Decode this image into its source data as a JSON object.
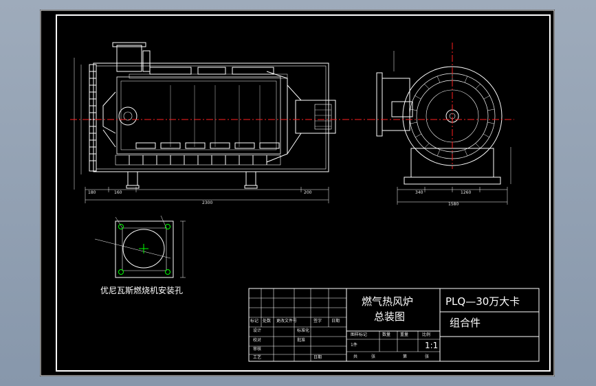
{
  "drawing": {
    "burner_caption": "优尼瓦斯燃烧机安装孔",
    "title_main": "燃气热风炉",
    "title_sub": "总装图",
    "model": "PLQ—30万大卡",
    "assembly": "组合件",
    "scale": "1:1",
    "sheet_count": "1件"
  },
  "title_block": {
    "col_mark": "标记",
    "col_qty": "处数",
    "col_doc": "更改文件号",
    "col_sign": "签字",
    "col_date": "日期",
    "design": "设计",
    "standard": "标准化",
    "draw": "校对",
    "review": "审核",
    "craft": "工艺",
    "approve": "批准",
    "date": "日期",
    "stage": "图样标记",
    "weight": "数量",
    "mass": "重量",
    "ratio": "比例",
    "total": "共",
    "sheets": "张",
    "page": "第",
    "page_sheets": "张"
  },
  "dimensions": {
    "overall_length": "2300",
    "d180": "180",
    "d160": "160",
    "d200": "200",
    "d340": "340",
    "d1260": "1260",
    "d1580": "1580"
  },
  "colors": {
    "frame": "#ffffff",
    "centerline": "#ff2020",
    "accent": "#00ff00",
    "background": "#000000"
  }
}
